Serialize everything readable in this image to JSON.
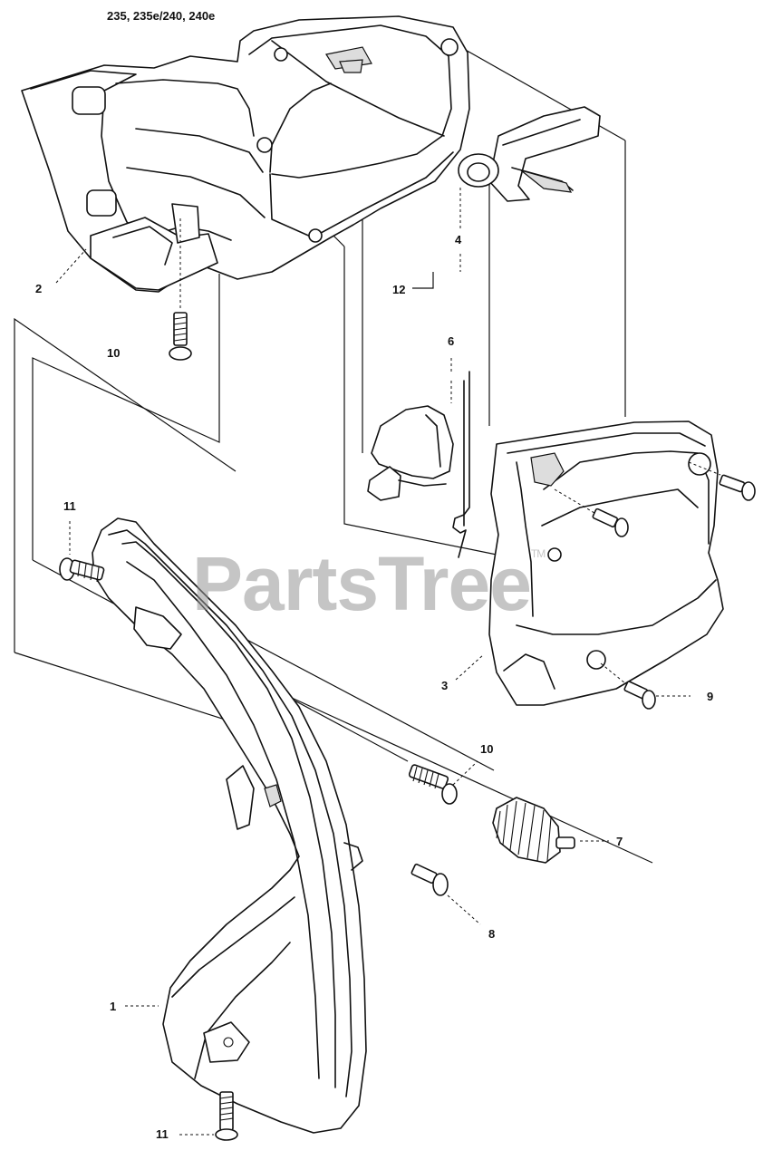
{
  "header": "235, 235e/240, 240e",
  "watermark": {
    "text": "PartsTree",
    "tm": "TM"
  },
  "labels": {
    "item1": "1",
    "item2": "2",
    "item3": "3",
    "item4": "4",
    "item6": "6",
    "item7": "7",
    "item8": "8",
    "item9": "9",
    "item10a": "10",
    "item10b": "10",
    "item11a": "11",
    "item11b": "11",
    "item12": "12"
  }
}
